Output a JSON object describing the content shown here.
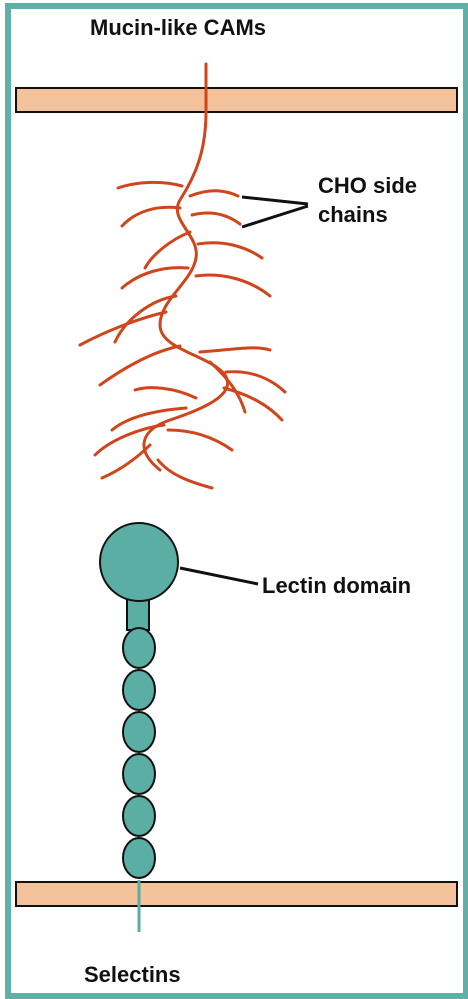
{
  "labels": {
    "top_title": "Mucin-like CAMs",
    "cho_side_chains": "CHO side chains",
    "lectin_domain": "Lectin domain",
    "bottom_title": "Selectins"
  },
  "colors": {
    "frame": "#5fb0a6",
    "membrane_fill": "#f3c29a",
    "carbohydrate": "#d0451b",
    "selectin": "#5aaea4",
    "outline": "#111111"
  }
}
